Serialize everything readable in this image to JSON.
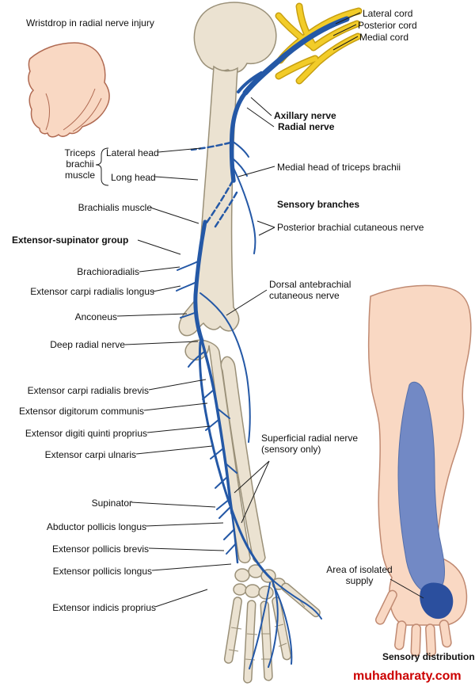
{
  "figure": {
    "type": "anatomical-diagram",
    "subject": "Radial nerve of the upper limb with muscles innervated and sensory distribution"
  },
  "colors": {
    "nerve": "#2458a6",
    "cord_yellow": "#f2cc29",
    "cord_outline": "#c79f10",
    "bone_fill": "#ebe2d1",
    "bone_stroke": "#9a9078",
    "skin_fill": "#f9d8c3",
    "skin_stroke": "#c08a72",
    "sensory_blue": "#7289c5",
    "isolated_blue": "#2b4f9e",
    "leader": "#1c1c1c",
    "brand_red": "#cc0000"
  },
  "labels": {
    "wristdrop": "Wristdrop in radial nerve injury",
    "lateral_cord": "Lateral cord",
    "posterior_cord": "Posterior cord",
    "medial_cord": "Medial cord",
    "axillary_nerve": "Axillary nerve",
    "radial_nerve": "Radial nerve",
    "triceps_group": "Triceps brachii muscle",
    "lateral_head": "Lateral head",
    "long_head": "Long head",
    "medial_head": "Medial head of triceps brachii",
    "brachialis": "Brachialis muscle",
    "sensory_branches": "Sensory branches",
    "post_brachial_cut": "Posterior brachial cutaneous nerve",
    "extensor_supinator_group": "Extensor-supinator group",
    "brachioradialis": "Brachioradialis",
    "ecrl": "Extensor carpi radialis longus",
    "dorsal_antebrachial": "Dorsal antebrachial cutaneous nerve",
    "anconeus": "Anconeus",
    "deep_radial": "Deep radial nerve",
    "ecrb": "Extensor carpi radialis brevis",
    "edc": "Extensor digitorum communis",
    "edqp": "Extensor digiti quinti proprius",
    "ecu": "Extensor carpi ulnaris",
    "superficial_radial": "Superficial radial nerve (sensory only)",
    "supinator": "Supinator",
    "apl": "Abductor pollicis longus",
    "epb": "Extensor pollicis brevis",
    "epl": "Extensor pollicis longus",
    "eip": "Extensor indicis proprius",
    "area_isolated": "Area of isolated supply",
    "sensory_distribution": "Sensory distribution",
    "watermark": "muhadharaty.com"
  }
}
